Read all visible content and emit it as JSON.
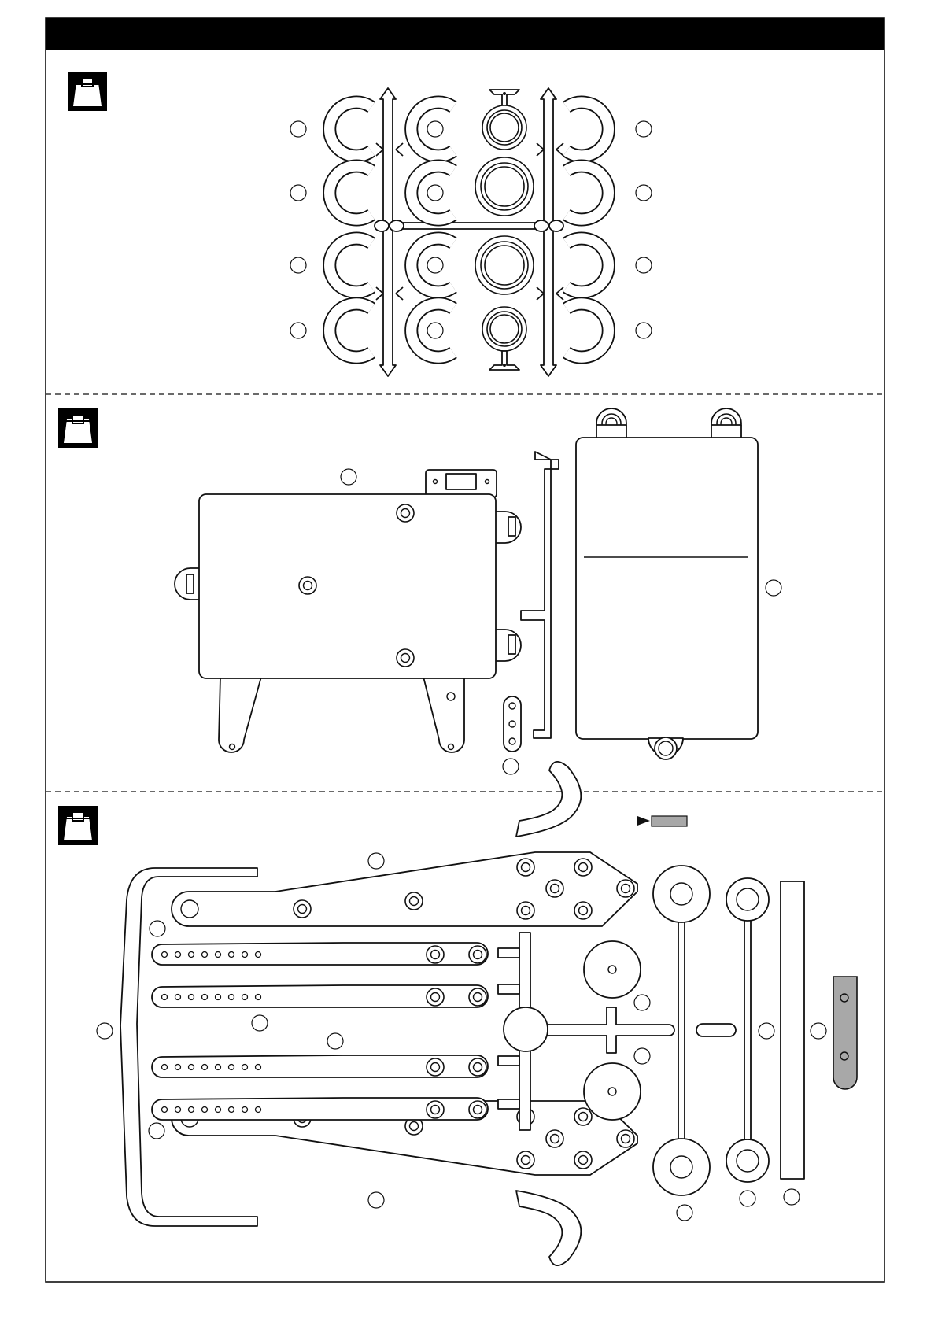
{
  "page": {
    "header_bar_text": "",
    "sections": [
      {
        "name": "bag-1-parts",
        "icon": "parts-bag-icon"
      },
      {
        "name": "bag-2-parts",
        "icon": "parts-bag-icon"
      },
      {
        "name": "bag-3-parts",
        "icon": "parts-bag-icon"
      }
    ],
    "legend": {
      "marker_icon": "arrow-right-icon",
      "swatch_color": "#a8a8a8"
    }
  },
  "colors": {
    "header": "#000000",
    "line": "#111111",
    "shaded_part": "#a8a8a8",
    "background": "#ffffff"
  }
}
